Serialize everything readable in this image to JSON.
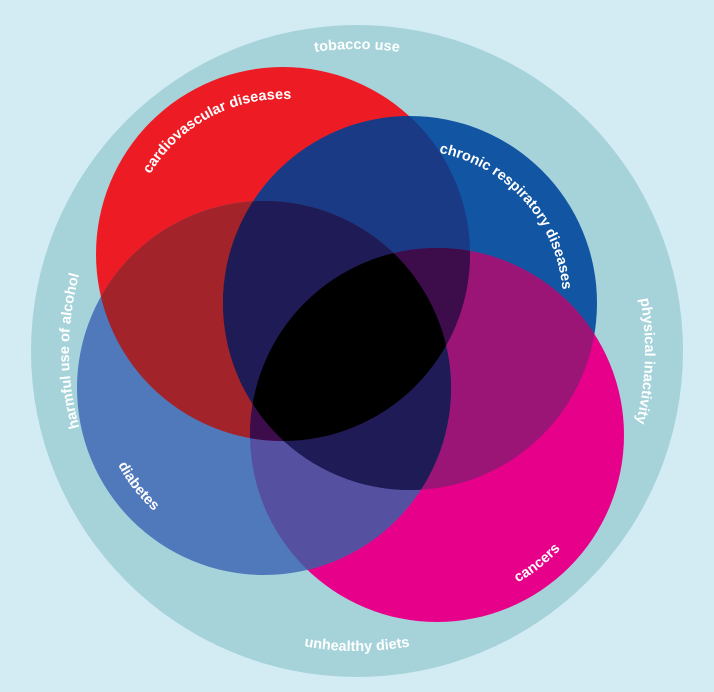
{
  "risk_factors": {
    "tobacco": "tobacco use",
    "physical": "physical inactivity",
    "diets": "unhealthy diets",
    "alcohol": "harmful use of alcohol"
  },
  "diseases": {
    "cardiovascular": "cardiovascular diseases",
    "respiratory": "chronic respiratory diseases",
    "diabetes": "diabetes",
    "cancers": "cancers"
  },
  "colors": {
    "background": "#d3ebf2",
    "outer_ring": "#a6d3da",
    "cardiovascular": "#ed1c24",
    "respiratory": "#1155a3",
    "diabetes": "#5079bb",
    "cancers": "#e6008a",
    "cardio_resp": "#1a3a86",
    "cardio_diab": "#a22329",
    "resp_canc": "#9b1577",
    "diab_canc": "#5650a0",
    "resp_diab": "#1f1b57",
    "cardio_canc": "#3d0c4b",
    "cardio_resp_canc": "#3d0c4b",
    "triple_dark": "#1f1b57",
    "all_four": "#000000"
  }
}
